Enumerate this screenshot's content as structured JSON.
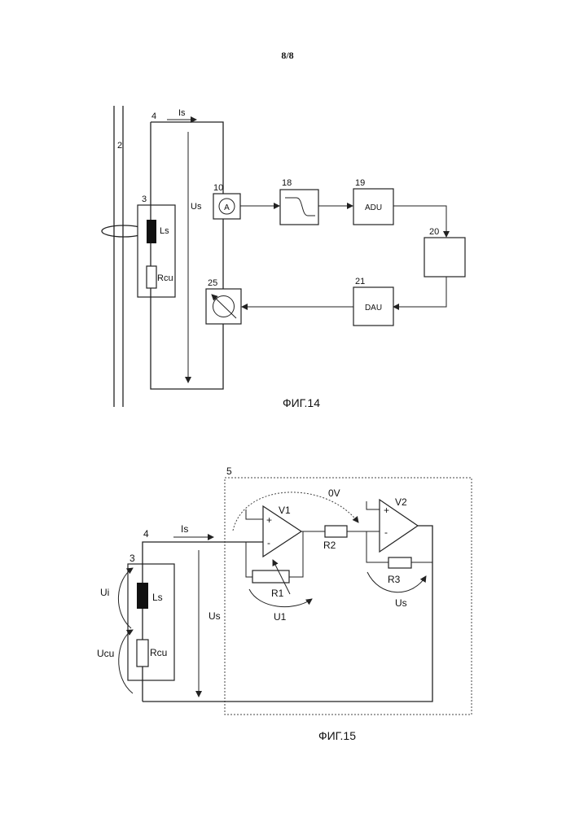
{
  "page": {
    "number": "8/8"
  },
  "fig14": {
    "caption": "ФИГ.14",
    "refs": {
      "conductor": "2",
      "coil_unit": "3",
      "loop": "4",
      "ammeter": "10",
      "filter": "18",
      "adu": "19",
      "processor": "20",
      "dau": "21",
      "source": "25"
    },
    "labels": {
      "current": "Is",
      "voltage": "Us",
      "inductance": "Ls",
      "resistance": "Rcu",
      "ammeter_symbol": "A",
      "adu": "ADU",
      "dau": "DAU"
    }
  },
  "fig15": {
    "caption": "ФИГ.15",
    "refs": {
      "loop": "4",
      "coil_unit": "3",
      "amplifier_block": "5"
    },
    "labels": {
      "current": "Is",
      "voltage": "Us",
      "inductance": "Ls",
      "resistance": "Rcu",
      "ui": "Ui",
      "ucu": "Ucu",
      "zero_volt": "0V",
      "opamp1": "V1",
      "opamp2": "V2",
      "r1": "R1",
      "r2": "R2",
      "r3": "R3",
      "u1": "U1",
      "us_out": "Us",
      "plus": "+",
      "minus": "-"
    }
  }
}
